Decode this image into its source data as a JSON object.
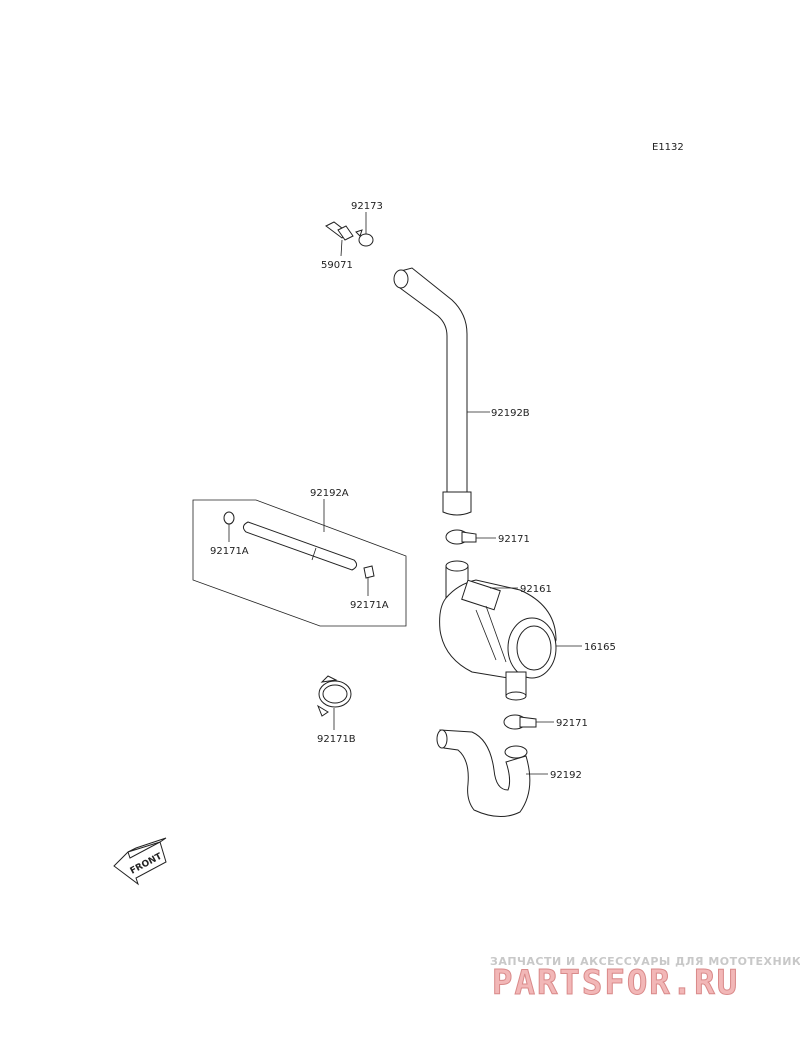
{
  "diagram_code": "E1132",
  "callouts": {
    "p92173": "92173",
    "p59071": "59071",
    "p92192B": "92192B",
    "p92192A": "92192A",
    "p92171A_left": "92171A",
    "p92171A_right": "92171A",
    "p92171_upper": "92171",
    "p92161": "92161",
    "p16165": "16165",
    "p92171B": "92171B",
    "p92171_lower": "92171",
    "p92192": "92192"
  },
  "front_marker": "FRONT",
  "watermark": {
    "tagline": "ЗАПЧАСТИ И АКСЕССУАРЫ ДЛЯ МОТОТЕХНИКИ",
    "brand": "PARTSFOR.RU"
  }
}
